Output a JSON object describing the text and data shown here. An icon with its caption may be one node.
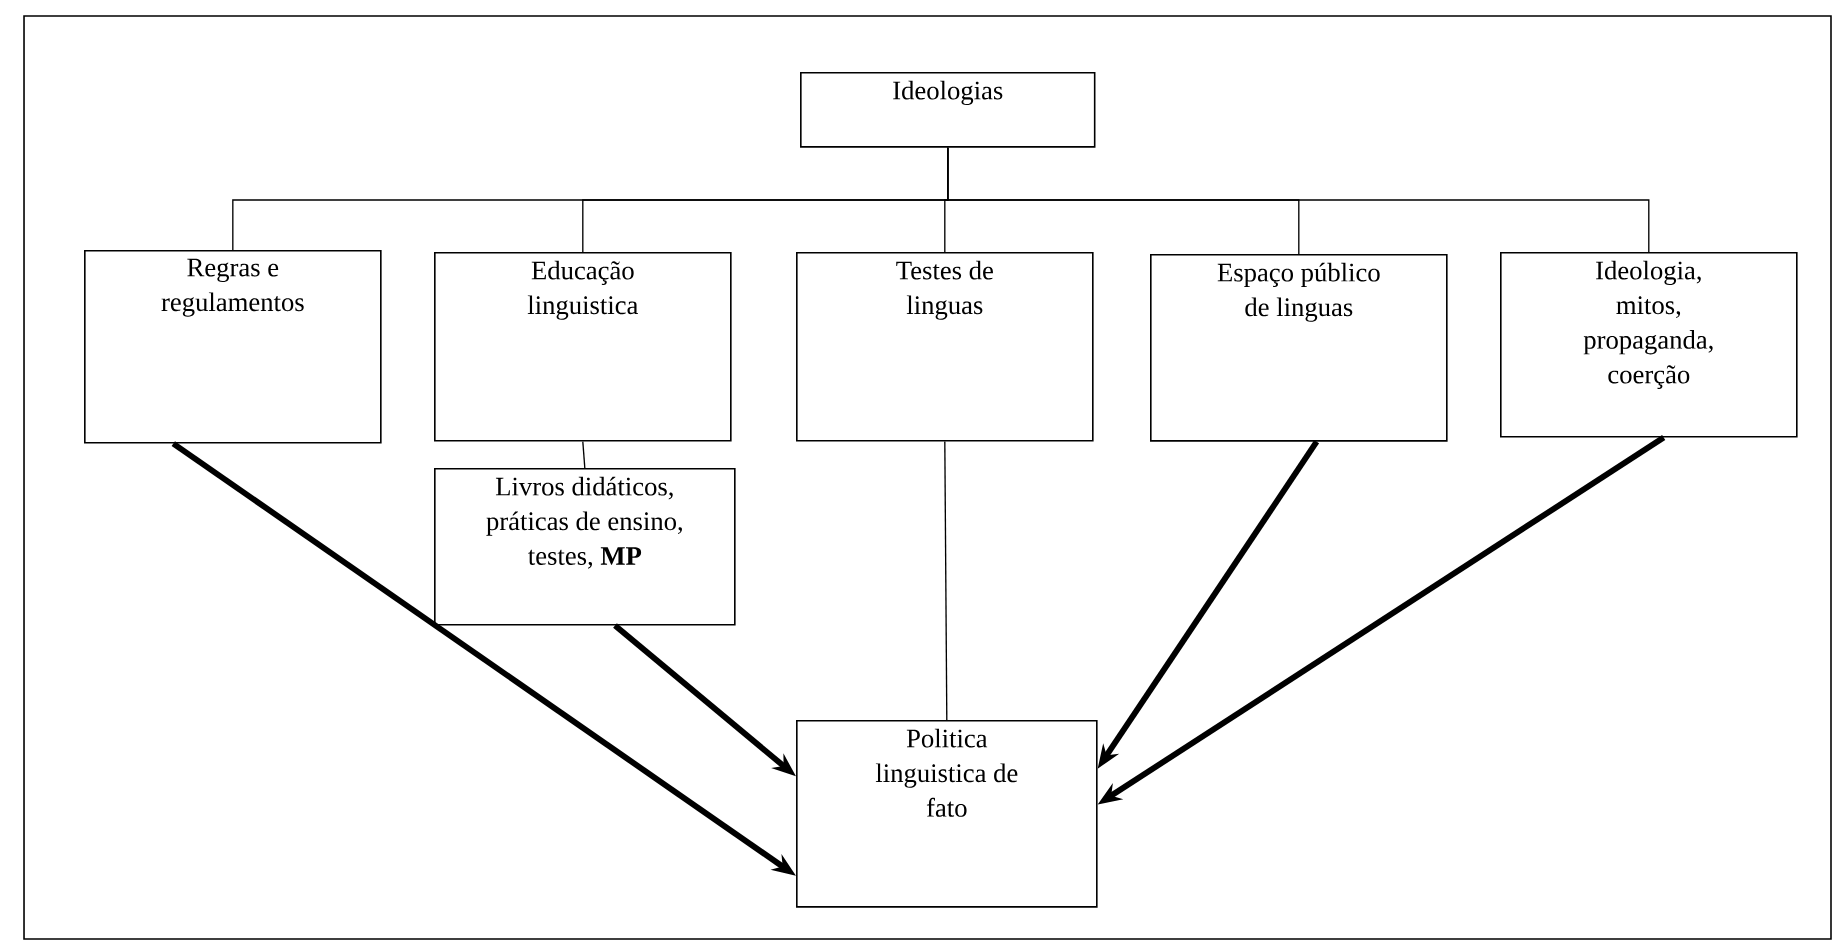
{
  "diagram": {
    "nodes": [
      {
        "text": [
          "Ideologias"
        ]
      },
      {
        "text": [
          "Regras e regulamentos"
        ]
      },
      {
        "text": [
          "Educação linguistica"
        ]
      },
      {
        "text": [
          "Testes de linguas"
        ]
      },
      {
        "text": [
          "Espaço público de linguas"
        ]
      },
      {
        "text": [
          "Ideologia, mitos, propaganda, coerção"
        ]
      },
      {
        "text": [
          "Livros didáticos, práticas de ensino, testes, **MP**"
        ]
      },
      {
        "text": [
          "Politica linguistica de fato"
        ]
      }
    ],
    "edges": [
      {
        "from": 0,
        "to": 1,
        "arrow": "none"
      },
      {
        "from": 0,
        "to": 2,
        "arrow": "none"
      },
      {
        "from": 0,
        "to": 3,
        "arrow": "none"
      },
      {
        "from": 0,
        "to": 4,
        "arrow": "none"
      },
      {
        "from": 0,
        "to": 5,
        "arrow": "none"
      },
      {
        "from": 2,
        "to": 6,
        "arrow": "none"
      },
      {
        "from": 3,
        "to": 7,
        "arrow": "none"
      },
      {
        "from": 1,
        "to": 7,
        "arrow": "to",
        "style": "thick"
      },
      {
        "from": 6,
        "to": 7,
        "arrow": "to",
        "style": "thick"
      },
      {
        "from": 4,
        "to": 7,
        "arrow": "to",
        "style": "thick"
      },
      {
        "from": 5,
        "to": 7,
        "arrow": "to",
        "style": "thick"
      }
    ]
  }
}
